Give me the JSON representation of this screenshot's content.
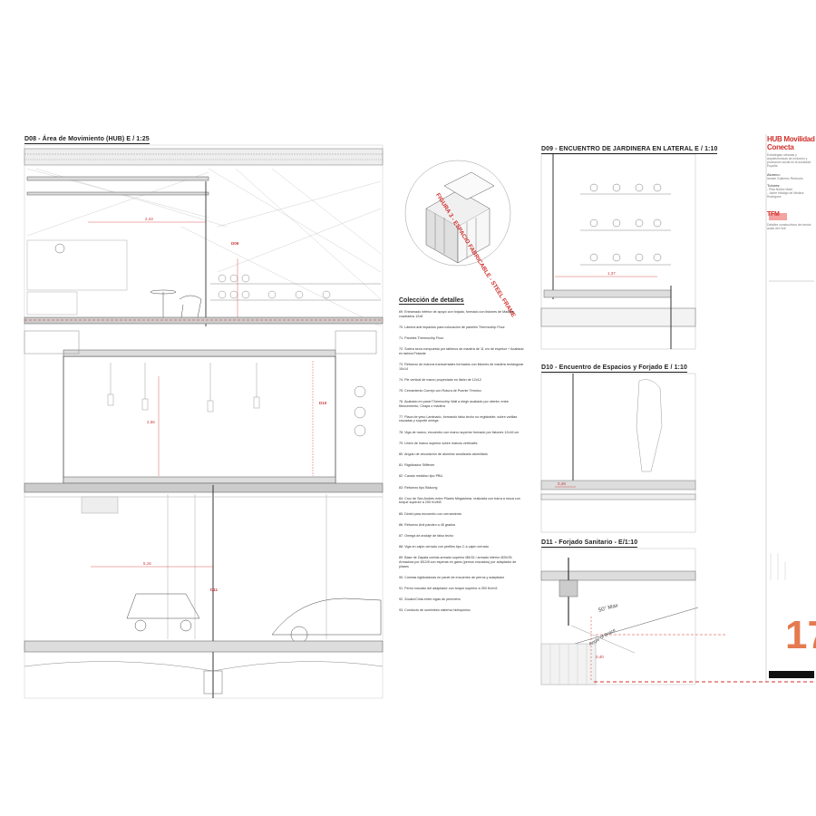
{
  "d08": {
    "title": "D08 - Área de Movimiento (HUB) E / 1:25",
    "tag_d09": "D09",
    "tag_d10": "D10",
    "tag_d11": "D11",
    "dims": [
      "2,43",
      "2,56",
      "5,16"
    ]
  },
  "figure3": {
    "title": "FIGURA 3 - ESPACIO FABRICABLE - STEEL FRAME"
  },
  "details": {
    "title": "Colección de detalles",
    "items": [
      "69. Entramado inferior de apoyo con forjado, formado con listones de Madera cuadrados 12x8",
      "70. Lámina anti impactos para colocación de paneles Thermochip Floor",
      "71. Paneles Thermochip Floor",
      "72. Solera seca compuesta por tableros de madera de 11 cm de espesor + Acabado en tarima Flotante",
      "73. Refuerzo de marcos transversales formados con listones de madera rectangular 10x14",
      "74. Pie vertical de marco proyectado en listón de 12x12",
      "75. Cerramiento Correjo con Rotura de Puente Térmico",
      "76. Acabado en panel Thermochip Wall a elegir acabado por cliente; entre fibrocemento, Chapa o madera",
      "77. Placa de yeso Laminado, formando falso techo no registrable, sobre varillas roscadas y soporte omega",
      "78. Viga de marco, encuentro con marco superior formado por listones 12x16 cm",
      "79. Unión de marco superior sobre marcos verticales",
      "80. Angulo de vinculación de aluminio anodizado atornillado",
      "81. Rigidizador Stiffener",
      "82. Canalo metálico tipo PBU",
      "83. Refuerzo tipo Blokong",
      "84. Cruz de San Andrés entre Pilares Megashear, realizada con barra a rosca con torque superior a 200 Kn/M3",
      "85. Dintel para encuentro con cerramiento",
      "86. Refuerzo Anti pandeo a 45 grados",
      "87. Omega de anclaje de falso techo",
      "88. Viga en cajón cerrado con perfiles tipo C a cajón cerrado",
      "89. Base de Zapata corrida armado superior Ø6/15 / armado inferior Ø20/25. Armadura por Ø12/8 con esperas en garra (pernos roscados) por adaptador de pilares",
      "90. Correas rigidizadoras en panel de encuentro de perros y adaptador",
      "91. Perno roscado del adaptador con torque superior a 250 Kn/m3",
      "92. Zócalo/Cinta entre vigas de perímetro",
      "93. Conducto de suministro sistema hidropónico"
    ]
  },
  "d09": {
    "title": "D09 - ENCUENTRO DE JARDINERA EN LATERAL E / 1:10",
    "dim": "1,37"
  },
  "d10": {
    "title": "D10 - Encuentro de Espacios y Forjado E / 1:10",
    "dim": "0,49"
  },
  "d11": {
    "title": "D11 - Forjado Sanitario - E/1:10",
    "note1": "50° Max",
    "note2": "Angle of Brace",
    "dim": "0,40"
  },
  "panel": {
    "brand": "HUB Movilidad Conecta",
    "subtitle": "Estrategias urbanas y arquitectónicas de inclusión y protección social en la sociedad España",
    "alumno_label": "Alumno:",
    "alumno": "Ismael Gutierrez Redondo",
    "tutores_label": "Tutores:",
    "tutor1": "- Pilar Núñez Martí",
    "tutor2": "- Javier Hidalgo de Medina Rodríguez",
    "tfm": "TFM",
    "sheet_caption": "Detalles constructivos del sector aulas del Hub",
    "sheet_number": "17"
  },
  "colors": {
    "accent": "#d0312d",
    "number": "#e57a50"
  }
}
